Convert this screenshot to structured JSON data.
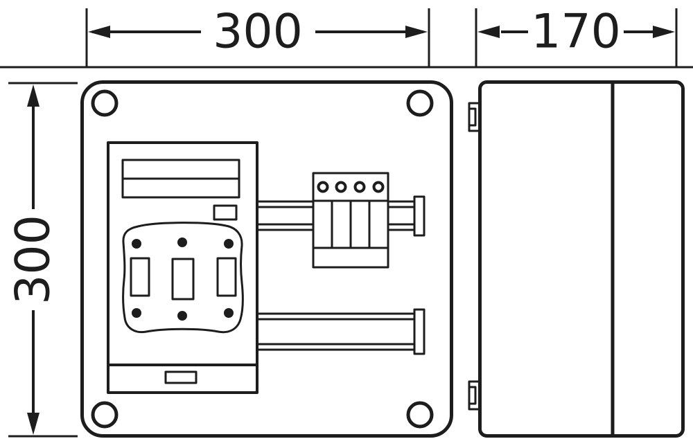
{
  "drawing": {
    "front_view": {
      "width_label": "300",
      "height_label": "300"
    },
    "side_view": {
      "depth_label": "170"
    }
  },
  "colors": {
    "line": "#1d1d1d",
    "background": "#ffffff"
  }
}
